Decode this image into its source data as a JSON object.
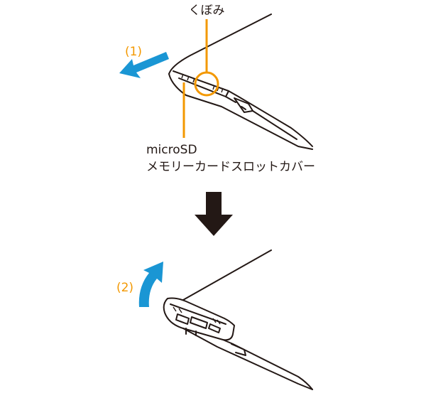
{
  "labels": {
    "dent": "くぼみ",
    "step1": "(1)",
    "step2": "(2)",
    "cover_line1": "microSD",
    "cover_line2": "メモリーカードスロットカバー"
  },
  "colors": {
    "callout": "#f39800",
    "step_number": "#f39800",
    "motion_arrow": "#1a96d4",
    "down_arrow": "#231815",
    "outline": "#231815"
  }
}
